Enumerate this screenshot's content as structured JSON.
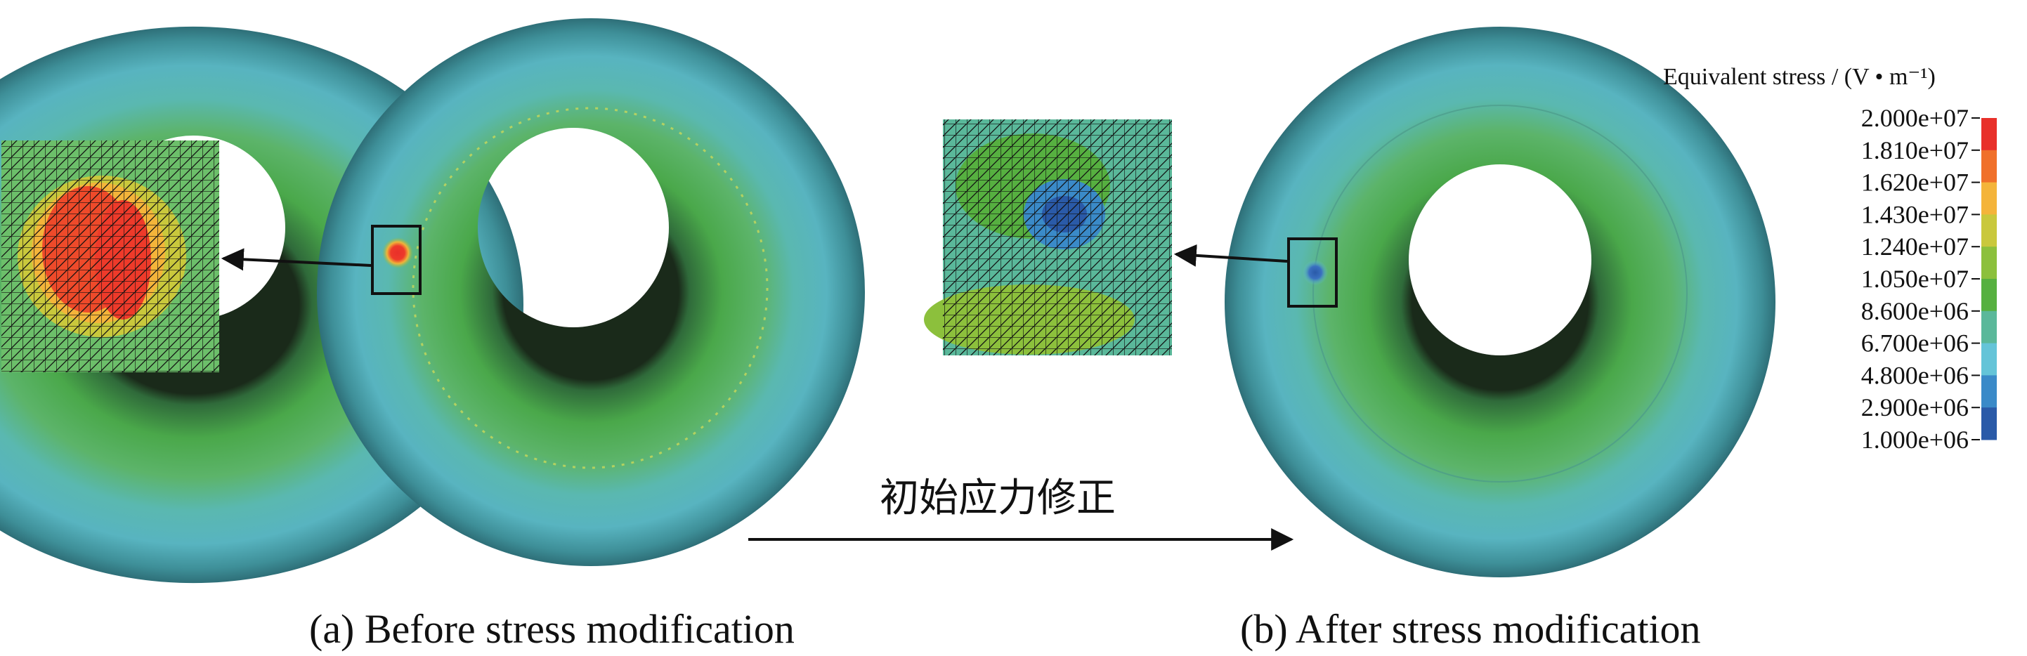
{
  "panels": [
    {
      "id": "a",
      "caption": "(a) Before stress modification"
    },
    {
      "id": "b",
      "caption": "(b) After stress modification"
    }
  ],
  "arrow_label": "初始应力修正",
  "legend": {
    "title": "Equivalent stress / (V • m⁻¹)",
    "ticks": [
      "2.000e+07",
      "1.810e+07",
      "1.620e+07",
      "1.430e+07",
      "1.240e+07",
      "1.050e+07",
      "8.600e+06",
      "6.700e+06",
      "4.800e+06",
      "2.900e+06",
      "1.000e+06"
    ],
    "colors": [
      "#e8302a",
      "#f0702a",
      "#f4b43a",
      "#c9c83c",
      "#8cc03c",
      "#56b040",
      "#5ab89a",
      "#64c4d8",
      "#3a8ac8",
      "#2a5aa8"
    ]
  }
}
